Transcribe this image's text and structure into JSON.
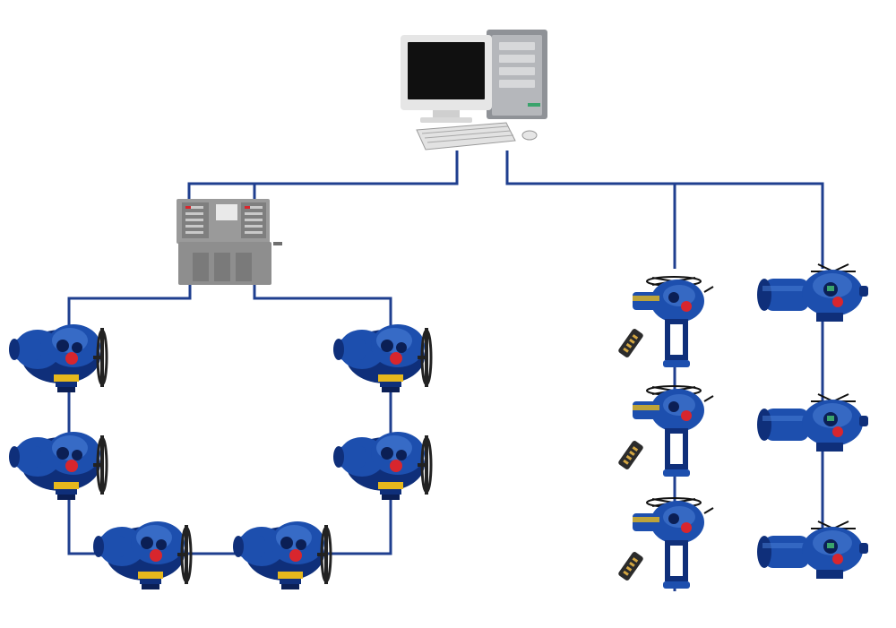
{
  "diagram": {
    "colors": {
      "wire": "#1f3f8f",
      "actuator_body": "#1d4fae",
      "actuator_dark": "#0f2f7a",
      "actuator_light": "#4a7fd6",
      "button_red": "#d8262d",
      "plate_yellow": "#e6b81d",
      "monitor_frame": "#e6e6e6",
      "monitor_screen": "#101010",
      "tower": "#8f9297",
      "panel": "#8e8e8e",
      "remote": "#2b2b2b"
    },
    "nodes": [
      {
        "id": "host-computer",
        "icon": "computer-icon"
      },
      {
        "id": "control-panel",
        "icon": "control-panel-icon"
      },
      {
        "id": "ring-actuator-1",
        "icon": "actuator-handwheel-icon"
      },
      {
        "id": "ring-actuator-2",
        "icon": "actuator-handwheel-icon"
      },
      {
        "id": "ring-actuator-3",
        "icon": "actuator-handwheel-icon"
      },
      {
        "id": "ring-actuator-4",
        "icon": "actuator-handwheel-icon"
      },
      {
        "id": "ring-actuator-5",
        "icon": "actuator-handwheel-icon"
      },
      {
        "id": "ring-actuator-6",
        "icon": "actuator-handwheel-icon"
      },
      {
        "id": "linear-actuator-1",
        "icon": "actuator-linear-icon"
      },
      {
        "id": "linear-actuator-2",
        "icon": "actuator-linear-icon"
      },
      {
        "id": "linear-actuator-3",
        "icon": "actuator-linear-icon"
      },
      {
        "id": "rotary-actuator-1",
        "icon": "actuator-rotary-icon"
      },
      {
        "id": "rotary-actuator-2",
        "icon": "actuator-rotary-icon"
      },
      {
        "id": "rotary-actuator-3",
        "icon": "actuator-rotary-icon"
      },
      {
        "id": "remote-1",
        "icon": "remote-control-icon"
      },
      {
        "id": "remote-2",
        "icon": "remote-control-icon"
      },
      {
        "id": "remote-3",
        "icon": "remote-control-icon"
      }
    ]
  }
}
